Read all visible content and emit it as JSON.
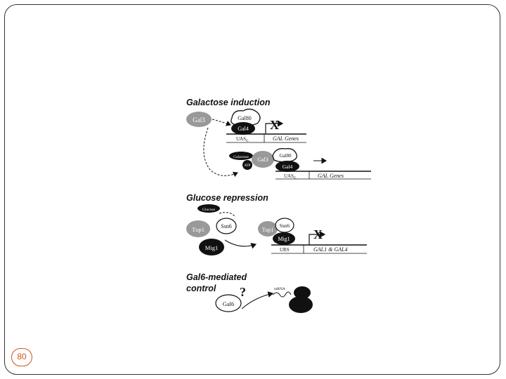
{
  "slide": {
    "page_number": "80"
  },
  "diagram": {
    "galactose": {
      "title": "Galactose induction",
      "gal3": "Gal3",
      "gal80": "Gal80",
      "gal4": "Gal4",
      "x_mark": "X",
      "uas_g": "UAS",
      "uas_g_sub": "G",
      "gal_genes": "GAL Genes",
      "galactose": "Galactose",
      "atp": "ATP",
      "gal3b": "Gal3",
      "gal80b": "Gal80",
      "gal4b": "Gal4",
      "uas_g2": "UAS",
      "uas_g2_sub": "G",
      "gal_genes2": "GAL Genes"
    },
    "glucose": {
      "title": "Glucose repression",
      "glucose": "Glucose",
      "tup1": "Tup1",
      "ssn6": "Ssn6",
      "mig1": "Mig1",
      "tup1b": "Tup1",
      "ssn6b": "Ssn6",
      "mig1b": "Mig1",
      "x_mark": "X",
      "urs": "URS",
      "gal1_gal4": "GAL1 & GAL4"
    },
    "gal6": {
      "title_line1": "Gal6-mediated",
      "title_line2": "control",
      "question": "?",
      "gal6": "Gal6",
      "mrna": "mRNA"
    }
  }
}
